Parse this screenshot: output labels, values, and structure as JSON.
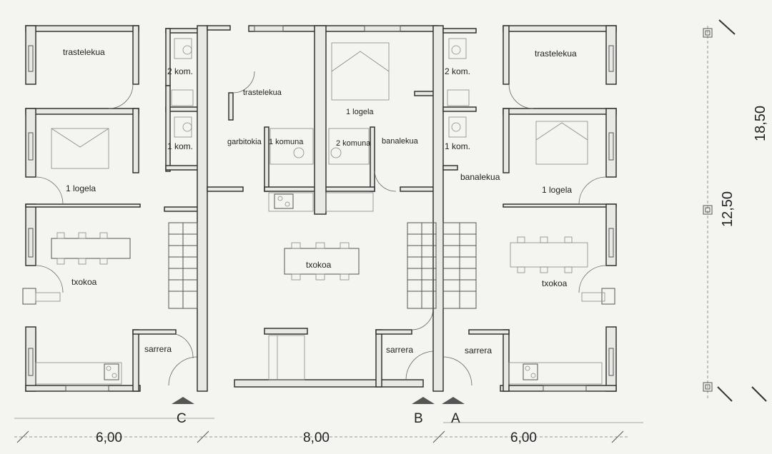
{
  "labels": {
    "left_trastelekua": "trastelekua",
    "left_2kom": "2 kom.",
    "left_1kom": "1 kom.",
    "left_1logela": "1 logela",
    "left_txokoa": "txokoa",
    "left_sarrera": "sarrera",
    "mid_trastelekua": "trastelekua",
    "mid_garbitokia": "garbitokia",
    "mid_1komuna": "1 komuna",
    "mid_2komuna": "2 komuna",
    "mid_banalekua": "banalekua",
    "mid_1logela": "1 logela",
    "mid_txokoa": "txokoa",
    "mid_sarrera": "sarrera",
    "right_trastelekua": "trastelekua",
    "right_2kom": "2 kom.",
    "right_1kom": "1 kom.",
    "right_banalekua": "banalekua",
    "right_1logela": "1 logela",
    "right_txokoa": "txokoa",
    "right_sarrera": "sarrera"
  },
  "entries": {
    "c": "C",
    "b": "B",
    "a": "A"
  },
  "dimensions": {
    "bottom_left": "6,00",
    "bottom_mid": "8,00",
    "bottom_right": "6,00",
    "side_total": "18,50",
    "side_partial": "12,50"
  }
}
